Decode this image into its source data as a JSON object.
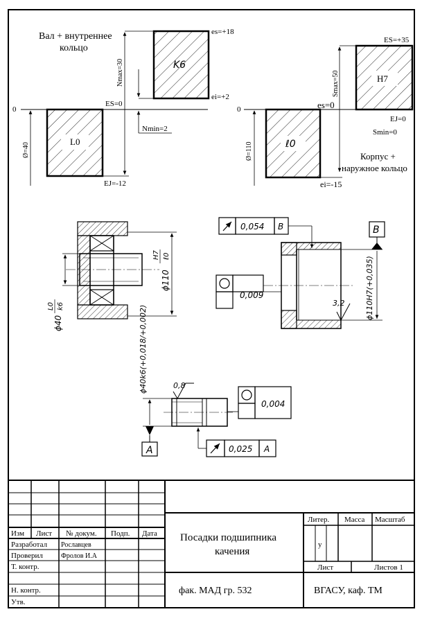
{
  "top_diagrams": {
    "left": {
      "title_line1": "Вал + внутреннее",
      "title_line2": "кольцо",
      "es": "es=+18",
      "ei": "ei=+2",
      "ES": "ES=0",
      "EJ": "EJ=-12",
      "nmax": "Nmax=30",
      "nmin": "Nmin=2",
      "zero": "0",
      "diameter": "Ø=40",
      "shaft_field": "K6",
      "ring_field": "L0"
    },
    "right": {
      "ES": "ES=+35",
      "EJ": "EJ=0",
      "smax": "Smax=50",
      "smin": "Smin=0",
      "es": "es=0",
      "ei": "ei=-15",
      "zero": "0",
      "diameter": "Ø=110",
      "housing_field": "H7",
      "ring_field": "ℓ0",
      "title_line1": "Корпус +",
      "title_line2": "наружное кольцо"
    }
  },
  "drawings": {
    "assembly": {
      "shaft_fit_num": "L0",
      "shaft_fit_den": "k6",
      "shaft_dia": "ϕ40",
      "housing_fit_num": "H7",
      "housing_fit_den": "ℓ0",
      "housing_dia": "ϕ110"
    },
    "housing": {
      "runout_value": "0,054",
      "runout_datum": "B",
      "datum_label": "B",
      "cyl_value": "0,009",
      "dia": "ϕ110H7(+0,035)",
      "roughness": "3,2"
    },
    "shaft": {
      "dia": "ϕ40k6(+0,018/+0,002)",
      "roughness": "0,8",
      "cyl_value": "0,004",
      "runout_value": "0,025",
      "runout_datum": "A",
      "datum_label": "A"
    }
  },
  "title_block": {
    "col_headers": [
      "Изм",
      "Лист",
      "№ докум.",
      "Подп.",
      "Дата"
    ],
    "rows": [
      {
        "role": "Разработал",
        "name": "Рославцев"
      },
      {
        "role": "Проверил",
        "name": "Фролов И.А"
      },
      {
        "role": "Т. контр.",
        "name": ""
      },
      {
        "role": "",
        "name": ""
      },
      {
        "role": "Н. контр.",
        "name": ""
      },
      {
        "role": "Утв.",
        "name": ""
      }
    ],
    "title_line1": "Посадки подшипника",
    "title_line2": "качения",
    "liter_header": "Литер.",
    "mass_header": "Масса",
    "scale_header": "Масштаб",
    "liter_value": "у",
    "sheet_label": "Лист",
    "sheets_label": "Листов 1",
    "group": "фак. МАД гр. 532",
    "org": "ВГАСУ, каф. ТМ"
  }
}
